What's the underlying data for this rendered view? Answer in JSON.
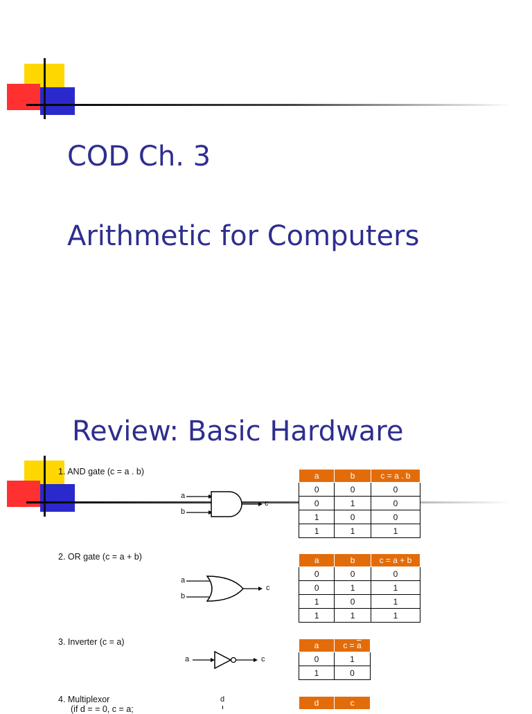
{
  "title_slide": {
    "line1": "COD Ch. 3",
    "line2": "Arithmetic for Computers"
  },
  "review_slide": {
    "title": "Review: Basic Hardware",
    "items": [
      {
        "label": "1.  AND gate (c = a . b)"
      },
      {
        "label": "2.  OR gate (c = a + b)"
      },
      {
        "label": "3.  Inverter (c = a)"
      },
      {
        "label": "4.  Multiplexor"
      },
      {
        "label": "(if d = = 0, c = a;"
      }
    ],
    "pins": {
      "a": "a",
      "b": "b",
      "c": "c",
      "d": "d"
    },
    "and_table": {
      "headers": [
        "a",
        "b",
        "c = a . b"
      ],
      "rows": [
        [
          "0",
          "0",
          "0"
        ],
        [
          "0",
          "1",
          "0"
        ],
        [
          "1",
          "0",
          "0"
        ],
        [
          "1",
          "1",
          "1"
        ]
      ]
    },
    "or_table": {
      "headers": [
        "a",
        "b",
        "c = a + b"
      ],
      "rows": [
        [
          "0",
          "0",
          "0"
        ],
        [
          "0",
          "1",
          "1"
        ],
        [
          "1",
          "0",
          "1"
        ],
        [
          "1",
          "1",
          "1"
        ]
      ]
    },
    "not_table": {
      "headers": [
        "a",
        "c = ",
        "a"
      ],
      "rows": [
        [
          "0",
          "1"
        ],
        [
          "1",
          "0"
        ]
      ]
    },
    "mux_table": {
      "headers": [
        "d",
        "c"
      ]
    }
  },
  "colors": {
    "title": "#2e2e8f",
    "header_fill": "#e36c0a",
    "logo_yellow": "#ffd700",
    "logo_red": "#ff3030",
    "logo_blue": "#2a2acc"
  }
}
